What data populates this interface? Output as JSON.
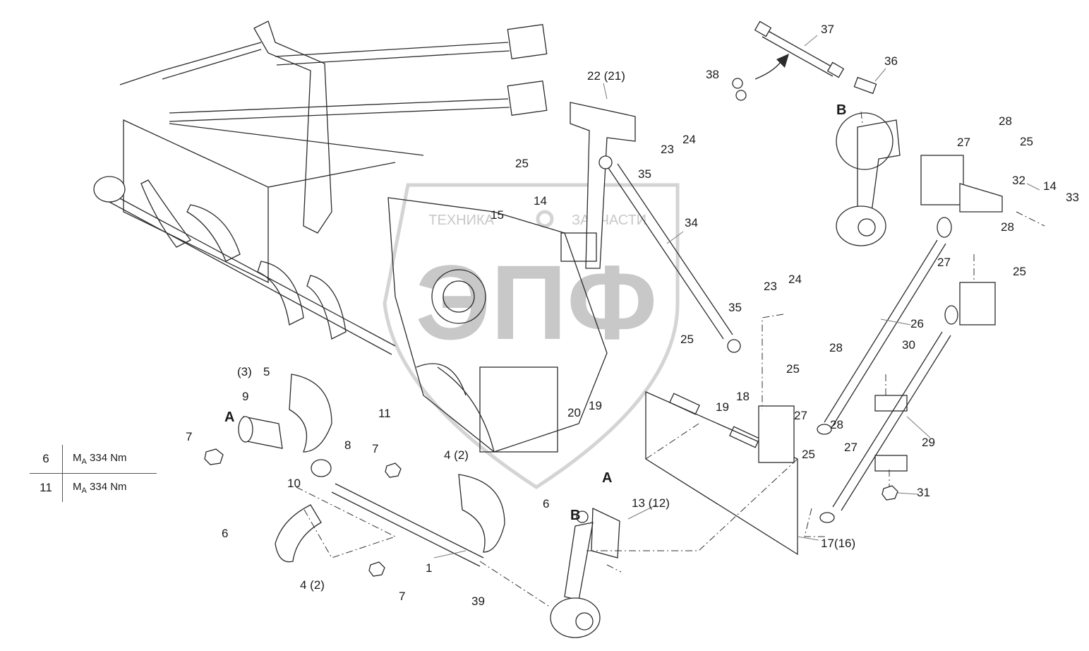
{
  "watermark": {
    "letters": "ЭПФ",
    "company": "ТЕХНИКА",
    "company2": "ЗАПЧАСТИ"
  },
  "detail_labels": {
    "A_top": "A",
    "A_bottom": "A",
    "B_top": "B",
    "B_bottom": "B"
  },
  "callouts": [
    {
      "id": "c37",
      "text": "37"
    },
    {
      "id": "c38",
      "text": "38"
    },
    {
      "id": "c36",
      "text": "36"
    },
    {
      "id": "c22",
      "text": "22 (21)"
    },
    {
      "id": "c24a",
      "text": "24"
    },
    {
      "id": "c23a",
      "text": "23"
    },
    {
      "id": "c35a",
      "text": "35"
    },
    {
      "id": "c25a",
      "text": "25"
    },
    {
      "id": "c14a",
      "text": "14"
    },
    {
      "id": "c15",
      "text": "15"
    },
    {
      "id": "c34",
      "text": "34"
    },
    {
      "id": "c28a",
      "text": "28"
    },
    {
      "id": "c27a",
      "text": "27"
    },
    {
      "id": "c25b",
      "text": "25"
    },
    {
      "id": "c32",
      "text": "32"
    },
    {
      "id": "c14b",
      "text": "14"
    },
    {
      "id": "c33",
      "text": "33"
    },
    {
      "id": "c28b",
      "text": "28"
    },
    {
      "id": "c27b",
      "text": "27"
    },
    {
      "id": "c25c",
      "text": "25"
    },
    {
      "id": "c23b",
      "text": "23"
    },
    {
      "id": "c24b",
      "text": "24"
    },
    {
      "id": "c35b",
      "text": "35"
    },
    {
      "id": "c25d",
      "text": "25"
    },
    {
      "id": "c26",
      "text": "26"
    },
    {
      "id": "c28c",
      "text": "28"
    },
    {
      "id": "c30",
      "text": "30"
    },
    {
      "id": "c25e",
      "text": "25"
    },
    {
      "id": "c27c",
      "text": "27"
    },
    {
      "id": "c18",
      "text": "18"
    },
    {
      "id": "c19a",
      "text": "19"
    },
    {
      "id": "c19b",
      "text": "19"
    },
    {
      "id": "c20",
      "text": "20"
    },
    {
      "id": "c3",
      "text": "(3)"
    },
    {
      "id": "c5",
      "text": "5"
    },
    {
      "id": "c9",
      "text": "9"
    },
    {
      "id": "c11",
      "text": "11"
    },
    {
      "id": "c7a",
      "text": "7"
    },
    {
      "id": "c8",
      "text": "8"
    },
    {
      "id": "c7b",
      "text": "7"
    },
    {
      "id": "c4a",
      "text": "4  (2)"
    },
    {
      "id": "c10",
      "text": "10"
    },
    {
      "id": "c6a",
      "text": "6"
    },
    {
      "id": "c28d",
      "text": "28"
    },
    {
      "id": "c27d",
      "text": "27"
    },
    {
      "id": "c25f",
      "text": "25"
    },
    {
      "id": "c29",
      "text": "29"
    },
    {
      "id": "c31",
      "text": "31"
    },
    {
      "id": "c13",
      "text": "13 (12)"
    },
    {
      "id": "c17",
      "text": "17(16)"
    },
    {
      "id": "c6b",
      "text": "6"
    },
    {
      "id": "c4b",
      "text": "4  (2)"
    },
    {
      "id": "c1",
      "text": "1"
    },
    {
      "id": "c7c",
      "text": "7"
    },
    {
      "id": "c39",
      "text": "39"
    }
  ],
  "torque_table": [
    {
      "item": "6",
      "symbol": "M",
      "sub": "A",
      "value": " 334 Nm"
    },
    {
      "item": "11",
      "symbol": "M",
      "sub": "A",
      "value": " 334 Nm"
    }
  ]
}
